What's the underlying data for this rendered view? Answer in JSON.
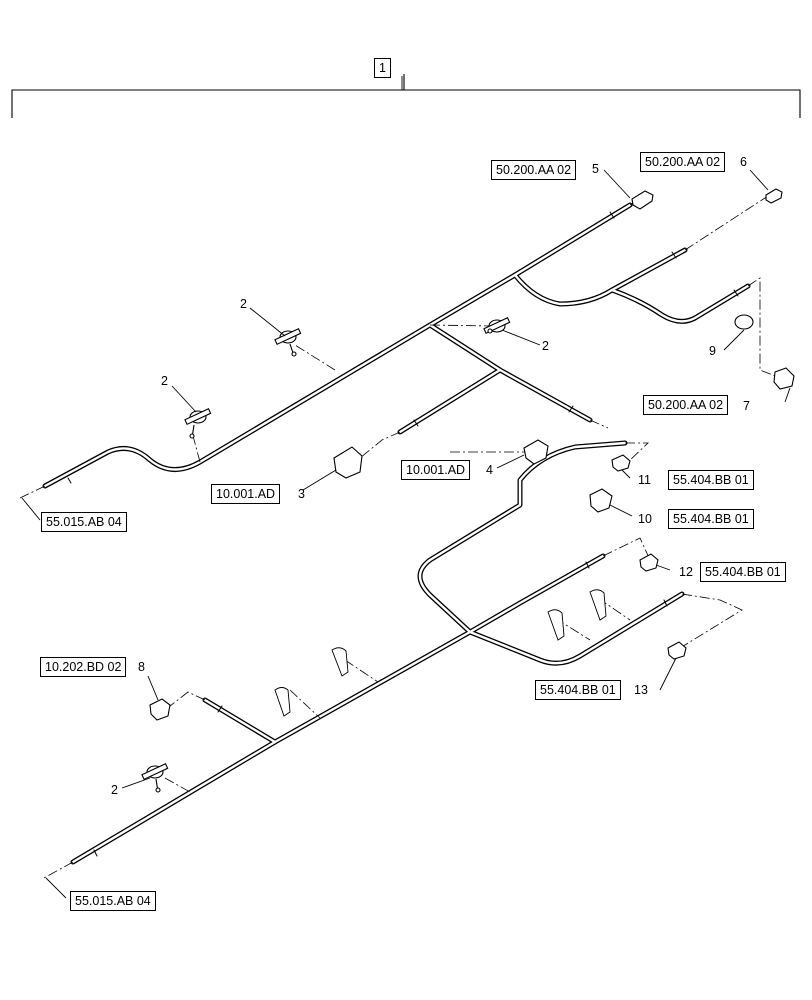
{
  "header_item": "1",
  "callouts": {
    "n1": "1",
    "n2a": "2",
    "n2b": "2",
    "n2c": "2",
    "n2d": "2",
    "n3": "3",
    "n4": "4",
    "n5": "5",
    "n6": "6",
    "n7": "7",
    "n8": "8",
    "n9": "9",
    "n10": "10",
    "n11": "11",
    "n12": "12",
    "n13": "13"
  },
  "references": {
    "ref5": "50.200.AA 02",
    "ref6": "50.200.AA 02",
    "ref7": "50.200.AA 02",
    "ref3": "10.001.AD",
    "ref4": "10.001.AD",
    "ref11": "55.404.BB 01",
    "ref10": "55.404.BB 01",
    "ref12": "55.404.BB 01",
    "ref13": "55.404.BB 01",
    "ref8": "10.202.BD 02",
    "ref_upper_end": "55.015.AB 04",
    "ref_lower_end": "55.015.AB 04"
  },
  "colors": {
    "line": "#000000",
    "background": "#ffffff",
    "harness_fill": "#ffffff"
  }
}
